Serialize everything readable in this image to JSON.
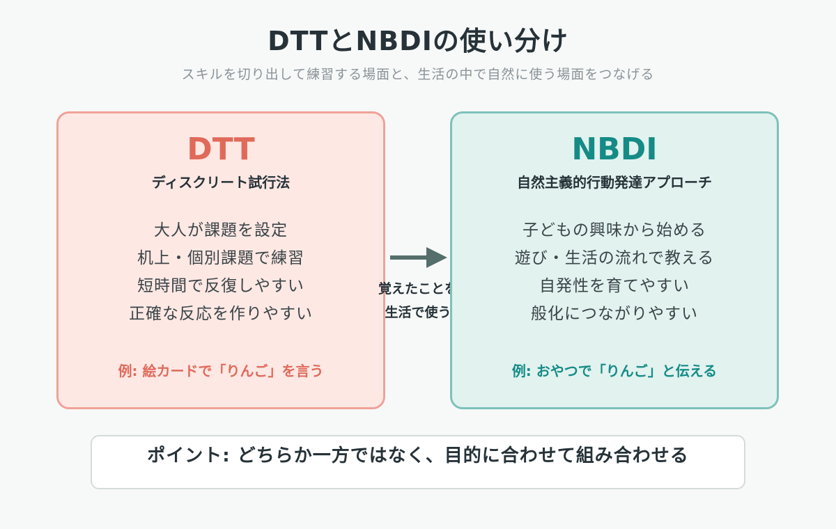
{
  "title": "DTTとNBDIの使い分け",
  "subtitle": "スキルを切り出して練習する場面と、生活の中で自然に使う場面をつなげる",
  "dtt": {
    "name": "DTT",
    "subtitle": "ディスクリート試行法",
    "points": [
      "大人が課題を設定",
      "机上・個別課題で練習",
      "短時間で反復しやすい",
      "正確な反応を作りやすい"
    ],
    "example": "例: 絵カードで「りんご」を言う"
  },
  "nbdi": {
    "name": "NBDI",
    "subtitle": "自然主義的行動発達アプローチ",
    "points": [
      "子どもの興味から始める",
      "遊び・生活の流れで教える",
      "自発性を育てやすい",
      "般化につながりやすい"
    ],
    "example": "例: おやつで「りんご」と伝える"
  },
  "arrow_label": [
    "覚えたことを",
    "生活で使う"
  ],
  "point": "ポイント: どちらか一方ではなく、目的に合わせて組み合わせる",
  "colors": {
    "dtt_accent": "#e06a5a",
    "dtt_bg": "#fde8e4",
    "nbdi_accent": "#158b86",
    "nbdi_bg": "#e1f2ef",
    "arrow": "#546e6b"
  }
}
